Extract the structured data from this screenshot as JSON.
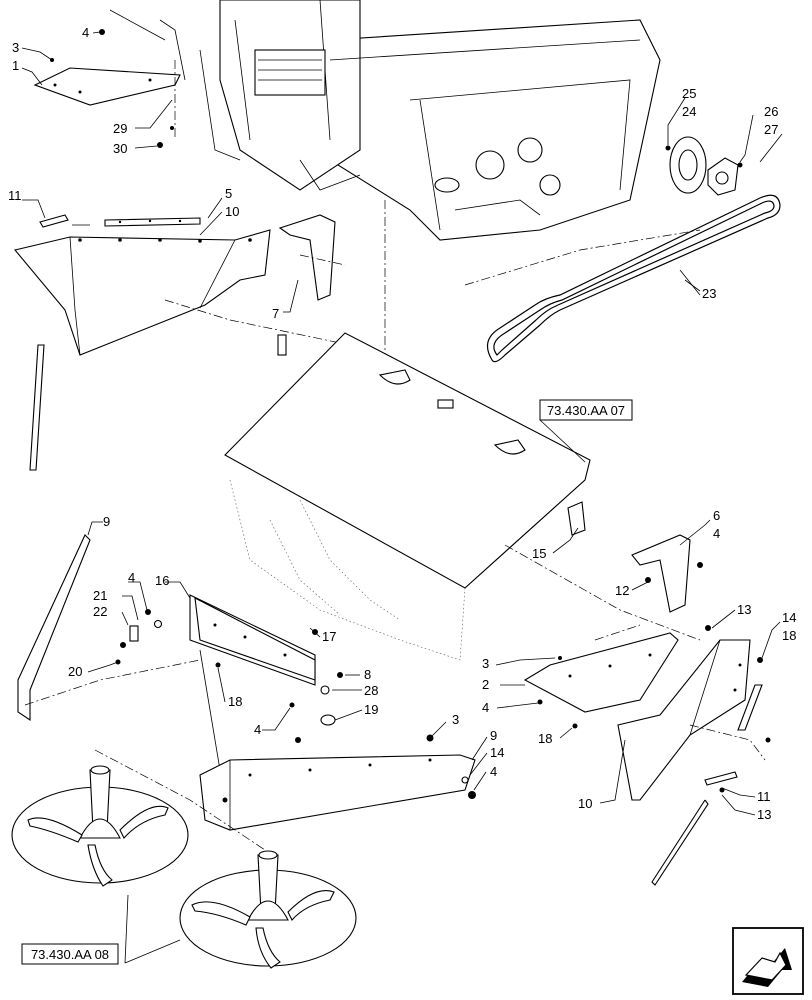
{
  "callouts": [
    {
      "id": "c1",
      "text": "1"
    },
    {
      "id": "c3a",
      "text": "3"
    },
    {
      "id": "c4a",
      "text": "4"
    },
    {
      "id": "c29",
      "text": "29"
    },
    {
      "id": "c30",
      "text": "30"
    },
    {
      "id": "c11a",
      "text": "11"
    },
    {
      "id": "c5",
      "text": "5"
    },
    {
      "id": "c10a",
      "text": "10"
    },
    {
      "id": "c7",
      "text": "7"
    },
    {
      "id": "c25",
      "text": "25"
    },
    {
      "id": "c24",
      "text": "24"
    },
    {
      "id": "c26",
      "text": "26"
    },
    {
      "id": "c27",
      "text": "27"
    },
    {
      "id": "c23",
      "text": "23"
    },
    {
      "id": "c15",
      "text": "15"
    },
    {
      "id": "c6",
      "text": "6"
    },
    {
      "id": "c4b",
      "text": "4"
    },
    {
      "id": "c12",
      "text": "12"
    },
    {
      "id": "c13a",
      "text": "13"
    },
    {
      "id": "c14a",
      "text": "14"
    },
    {
      "id": "c18a",
      "text": "18"
    },
    {
      "id": "c9a",
      "text": "9"
    },
    {
      "id": "c4c",
      "text": "4"
    },
    {
      "id": "c21",
      "text": "21"
    },
    {
      "id": "c22",
      "text": "22"
    },
    {
      "id": "c16",
      "text": "16"
    },
    {
      "id": "c17",
      "text": "17"
    },
    {
      "id": "c20",
      "text": "20"
    },
    {
      "id": "c8",
      "text": "8"
    },
    {
      "id": "c28",
      "text": "28"
    },
    {
      "id": "c18b",
      "text": "18"
    },
    {
      "id": "c19",
      "text": "19"
    },
    {
      "id": "c4d",
      "text": "4"
    },
    {
      "id": "c3b",
      "text": "3"
    },
    {
      "id": "c2",
      "text": "2"
    },
    {
      "id": "c4e",
      "text": "4"
    },
    {
      "id": "c18c",
      "text": "18"
    },
    {
      "id": "c3c",
      "text": "3"
    },
    {
      "id": "c9b",
      "text": "9"
    },
    {
      "id": "c14b",
      "text": "14"
    },
    {
      "id": "c4f",
      "text": "4"
    },
    {
      "id": "c10b",
      "text": "10"
    },
    {
      "id": "c11b",
      "text": "11"
    },
    {
      "id": "c13b",
      "text": "13"
    }
  ],
  "references": {
    "upper": "73.430.AA 07",
    "lower": "73.430.AA 08"
  },
  "icons": {
    "navigation": "next-page-arrow-icon"
  }
}
